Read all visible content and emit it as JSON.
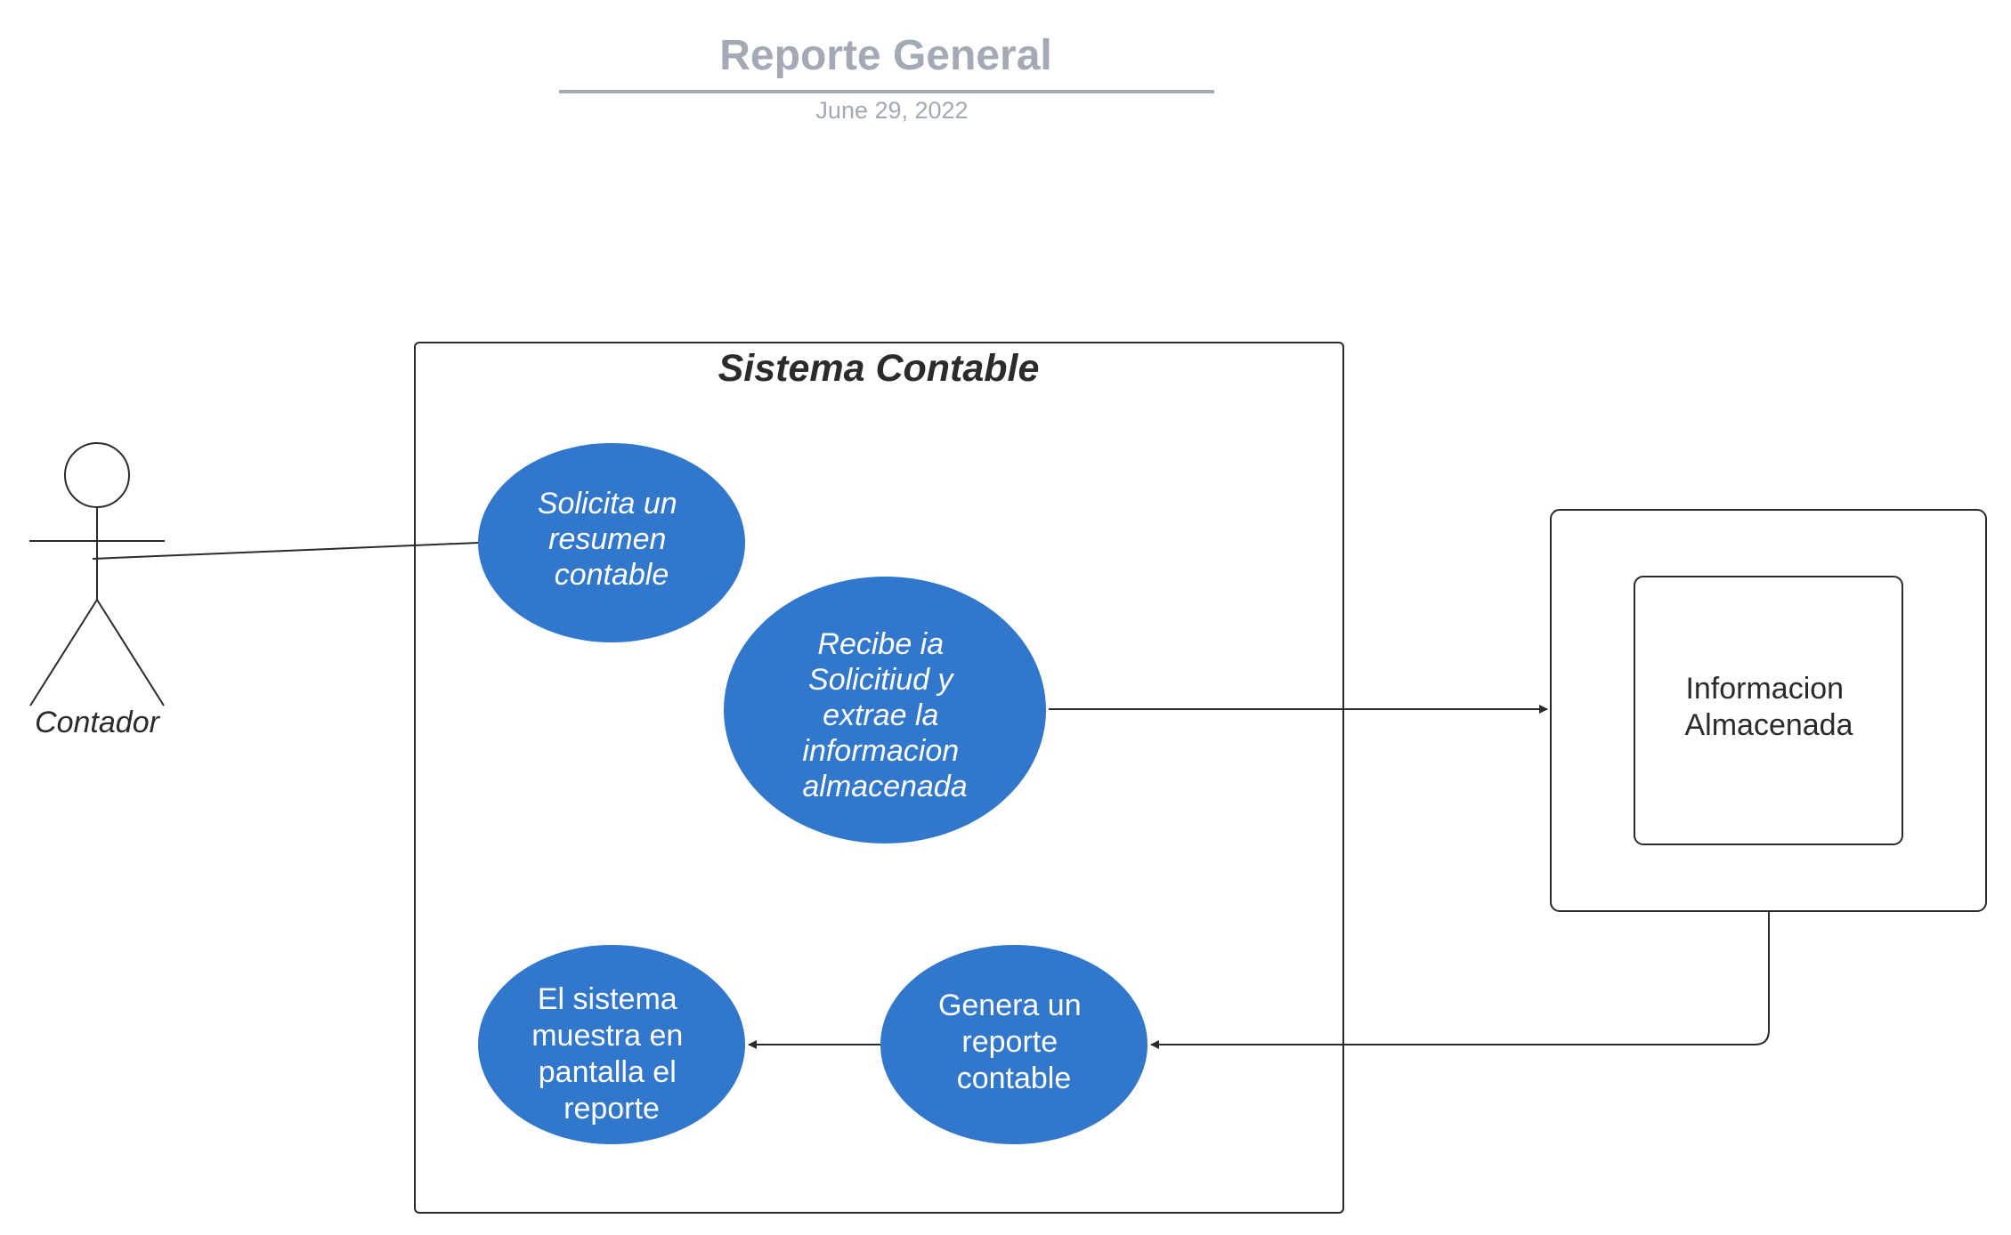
{
  "header": {
    "title": "Reporte General",
    "date": "June 29, 2022"
  },
  "system": {
    "title": "Sistema Contable"
  },
  "actor": {
    "label": "Contador"
  },
  "use_cases": [
    {
      "id": "solicita",
      "lines": [
        "Solicita un",
        "resumen",
        "contable"
      ],
      "italic": true
    },
    {
      "id": "recibe",
      "lines": [
        "Recibe ia",
        "Solicitiud  y",
        "extrae la",
        "informacion",
        "almacenada"
      ],
      "italic": true
    },
    {
      "id": "muestra",
      "lines": [
        "El sistema",
        "muestra en",
        "pantalla el",
        "reporte"
      ],
      "italic": false
    },
    {
      "id": "genera",
      "lines": [
        "Genera un",
        "reporte",
        "contable"
      ],
      "italic": false
    }
  ],
  "storage": {
    "lines": [
      "Informacion",
      "Almacenada"
    ]
  },
  "colors": {
    "use_case_fill": "#3177cc",
    "title_gray": "#a3a9b5",
    "line": "#2b2b2b"
  }
}
